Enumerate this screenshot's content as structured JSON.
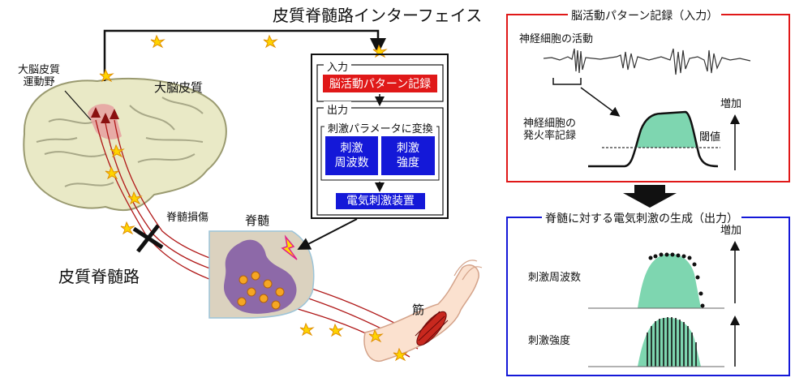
{
  "title": "皮質脊髄路インターフェイス",
  "labels": {
    "motor_area": "大脳皮質\n運動野",
    "cortex": "大脳皮質",
    "spinal_cord": "脊髄",
    "spinal_injury": "脊髄損傷",
    "cst": "皮質脊髄路",
    "muscle": "筋"
  },
  "interface": {
    "input_header": "入力",
    "input_box": "脳活動パターン記録",
    "output_header": "出力",
    "convert_header": "刺激パラメータに変換",
    "param1": "刺激\n周波数",
    "param2": "刺激\n強度",
    "device": "電気刺激装置"
  },
  "record_panel": {
    "title": "脳活動パターン記録（入力）",
    "activity": "神経細胞の活動",
    "rate": "神経細胞の\n発火率記録",
    "threshold": "閾値",
    "increase": "増加",
    "color": "#e01818"
  },
  "output_panel": {
    "title": "脊髄に対する電気刺激の生成（出力）",
    "freq": "刺激周波数",
    "intensity": "刺激強度",
    "increase": "増加",
    "color": "#1418d8"
  }
}
